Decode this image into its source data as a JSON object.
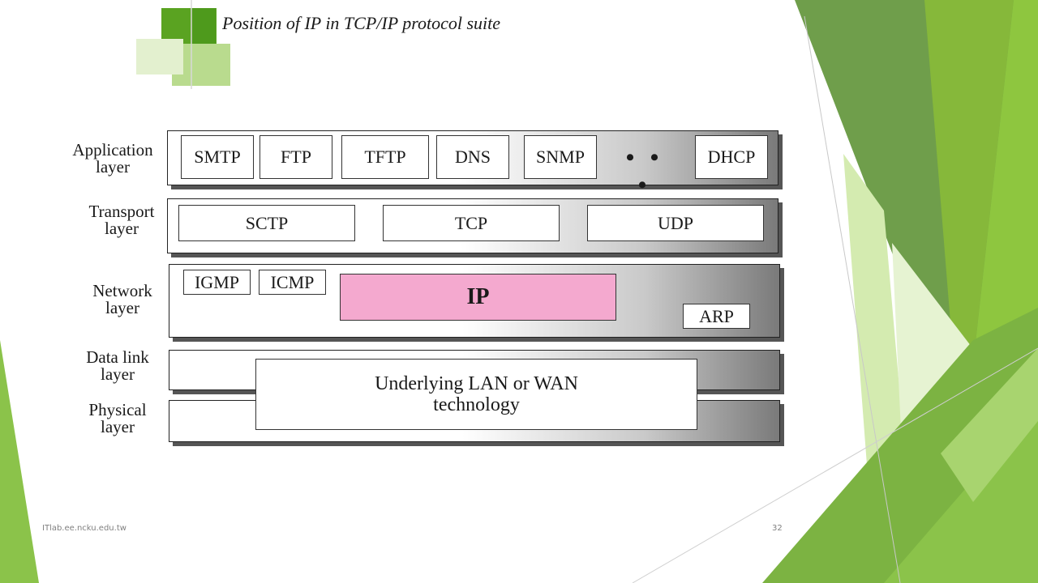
{
  "slide": {
    "title": "Position of IP in TCP/IP protocol suite",
    "footer_left": "ITlab.ee.ncku.edu.tw",
    "page_number": "32"
  },
  "diagram": {
    "layers": [
      {
        "label_line1": "Application",
        "label_line2": "layer"
      },
      {
        "label_line1": "Transport",
        "label_line2": "layer"
      },
      {
        "label_line1": "Network",
        "label_line2": "layer"
      },
      {
        "label_line1": "Data link",
        "label_line2": "layer"
      },
      {
        "label_line1": "Physical",
        "label_line2": "layer"
      }
    ],
    "application_protocols": [
      "SMTP",
      "FTP",
      "TFTP",
      "DNS",
      "SNMP",
      "DHCP"
    ],
    "ellipsis": "• • •",
    "transport_protocols": [
      "SCTP",
      "TCP",
      "UDP"
    ],
    "network_protocols": [
      "IGMP",
      "ICMP",
      "IP",
      "ARP"
    ],
    "underlying_line1": "Underlying LAN or WAN",
    "underlying_line2": "technology",
    "colors": {
      "ip_highlight": "#f4a9cf",
      "accent_green": "#7db83a",
      "dark_green": "#5d9b28",
      "light_green": "#cfe7a8"
    }
  }
}
